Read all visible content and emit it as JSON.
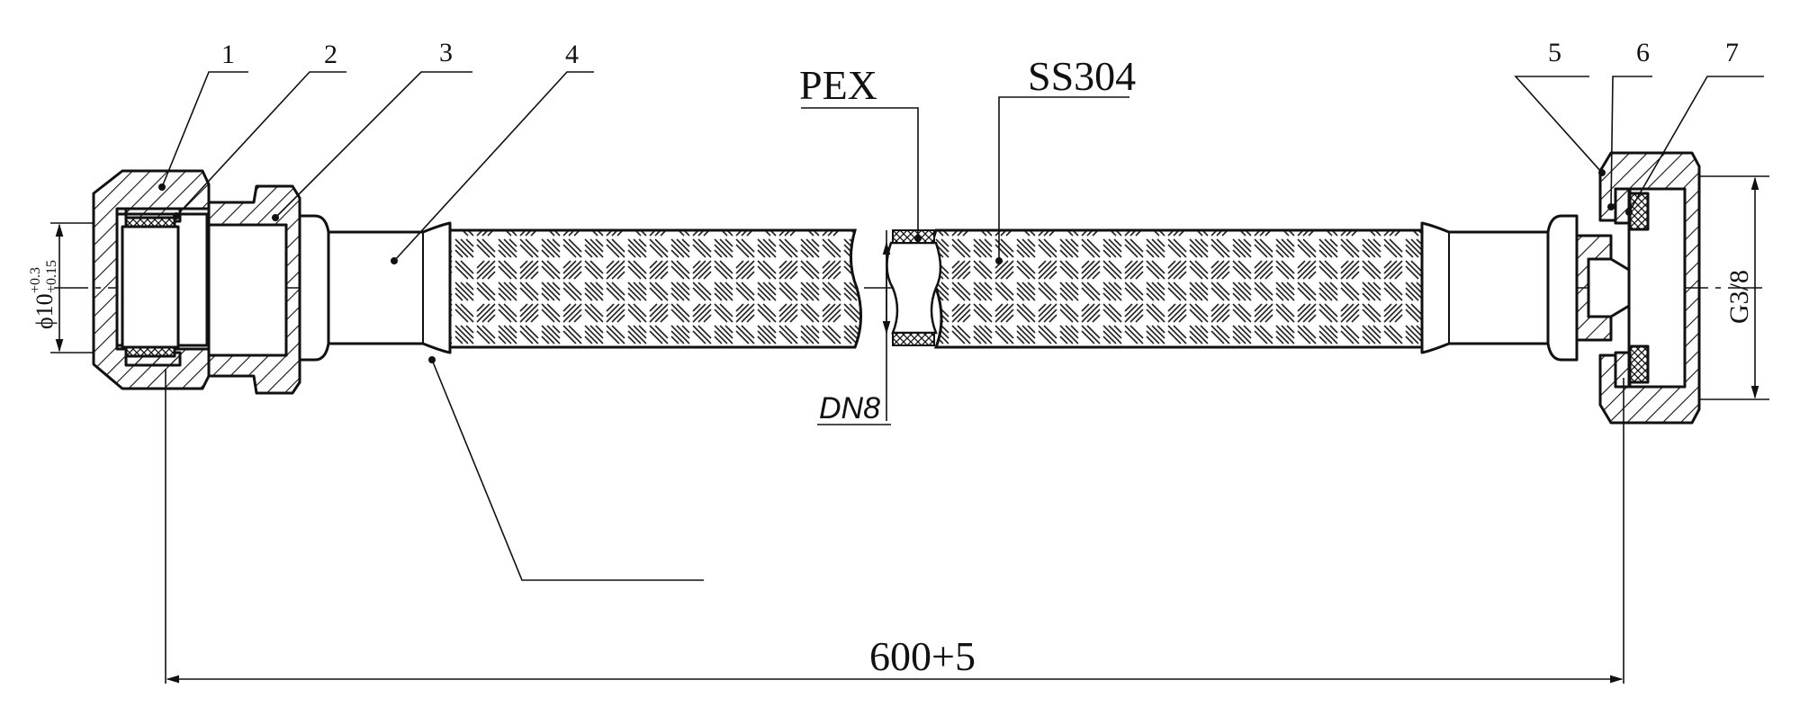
{
  "diagram": {
    "part_numbers": [
      "1",
      "2",
      "3",
      "4",
      "5",
      "6",
      "7"
    ],
    "material_inner": "PEX",
    "material_braid": "SS304",
    "nominal_diameter": "DN8",
    "bore_diameter": {
      "symbol": "ϕ10",
      "upper_tol": "+0.3",
      "lower_tol": "+0.15"
    },
    "thread": "G3/8",
    "overall_length": "600+5"
  },
  "colors": {
    "line": "#111111",
    "background": "#ffffff"
  }
}
